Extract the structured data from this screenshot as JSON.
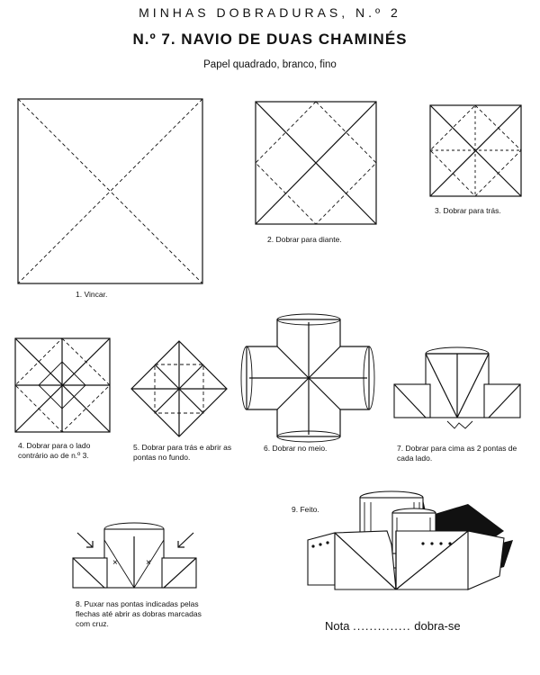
{
  "header": {
    "series": "MINHAS DOBRADURAS, N.º 2",
    "title": "N.º 7. NAVIO DE DUAS CHAMINÉS",
    "subtitle": "Papel quadrado, branco, fino"
  },
  "steps": [
    {
      "number": "1.",
      "text": "Vincar."
    },
    {
      "number": "2.",
      "text": "Dobrar para diante."
    },
    {
      "number": "3.",
      "text": "Dobrar para trás."
    },
    {
      "number": "4.",
      "text": "Dobrar para o lado contrário ao de n.º 3."
    },
    {
      "number": "5.",
      "text": "Dobrar para trás e abrir as pontas no fundo."
    },
    {
      "number": "6.",
      "text": "Dobrar no meio."
    },
    {
      "number": "7.",
      "text": "Dobrar para cima as 2 pontas de cada lado."
    },
    {
      "number": "8.",
      "text": "Puxar nas pontas indicadas pelas flechas até abrir as dobras marcadas com cruz."
    },
    {
      "number": "9.",
      "text": "Feito."
    }
  ],
  "note": {
    "label": "Nota",
    "leader": "..............",
    "text": "dobra-se"
  }
}
